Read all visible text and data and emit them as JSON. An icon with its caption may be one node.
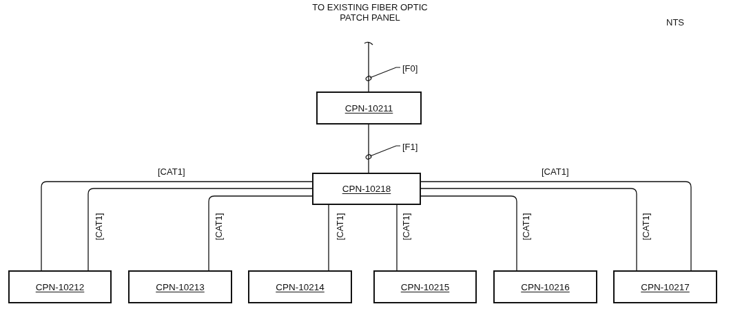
{
  "diagram": {
    "nodes": [
      {
        "text": [
          "CPN-10211"
        ]
      },
      {
        "text": [
          "CPN-10218"
        ]
      },
      {
        "text": [
          "CPN-10212"
        ]
      },
      {
        "text": [
          "CPN-10213"
        ]
      },
      {
        "text": [
          "CPN-10214"
        ]
      },
      {
        "text": [
          "CPN-10215"
        ]
      },
      {
        "text": [
          "CPN-10216"
        ]
      },
      {
        "text": [
          "CPN-10217"
        ]
      }
    ],
    "edges": [
      {
        "from": null,
        "to": 0,
        "arrow": "none",
        "label": "[F0]"
      },
      {
        "from": 0,
        "to": 1,
        "arrow": "none",
        "label": "[F1]"
      },
      {
        "from": 1,
        "to": 2,
        "arrow": "none",
        "label": "[CAT1]"
      },
      {
        "from": 1,
        "to": 2,
        "arrow": "none",
        "label": "[CAT1]"
      },
      {
        "from": 1,
        "to": 3,
        "arrow": "none",
        "label": "[CAT1]"
      },
      {
        "from": 1,
        "to": 4,
        "arrow": "none",
        "label": "[CAT1]"
      },
      {
        "from": 1,
        "to": 5,
        "arrow": "none",
        "label": "[CAT1]"
      },
      {
        "from": 1,
        "to": 6,
        "arrow": "none",
        "label": "[CAT1]"
      },
      {
        "from": 1,
        "to": 7,
        "arrow": "none",
        "label": "[CAT1]"
      },
      {
        "from": 1,
        "to": 7,
        "arrow": "none",
        "label": "[CAT1]"
      }
    ],
    "labels": [
      "TO EXISTING FIBER OPTIC PATCH PANEL",
      "NTS"
    ]
  }
}
